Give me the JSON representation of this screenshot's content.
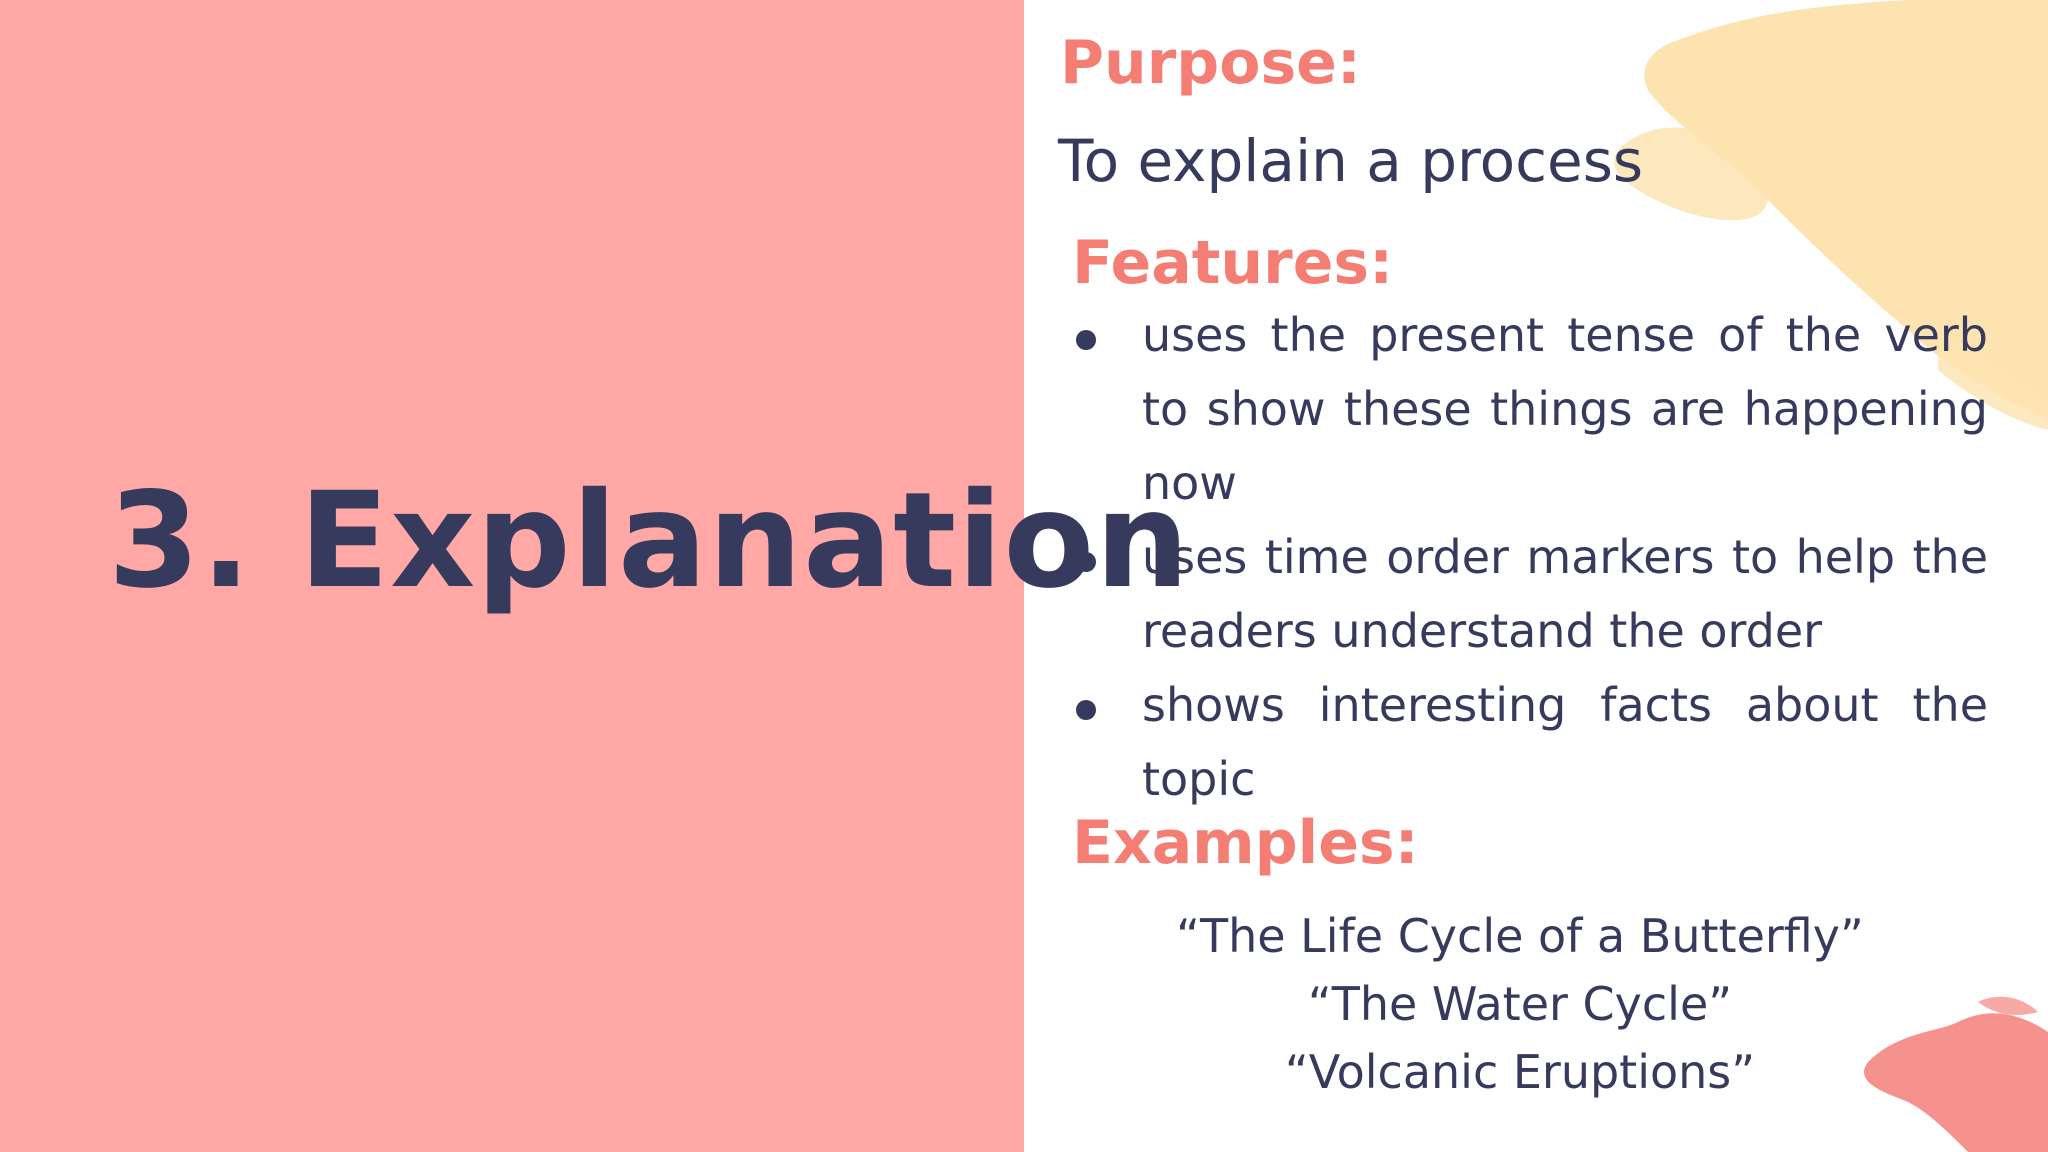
{
  "slide": {
    "title": "3. Explanation",
    "purpose_heading": "Purpose:",
    "purpose_text": "To explain a process",
    "features_heading": "Features:",
    "features": [
      "uses the present tense of the verb to show these things are happening now",
      "uses time order markers to help the readers understand the order",
      "shows interesting facts about the topic"
    ],
    "examples_heading": "Examples:",
    "examples": [
      "“The Life Cycle of a Butterfly”",
      "“The Water Cycle”",
      "“Volcanic Eruptions”"
    ]
  },
  "colors": {
    "left_panel": "#ffa8a6",
    "heading_accent": "#f47e73",
    "body_text": "#363b5e",
    "yellow_brush": "#fde3b0",
    "pink_brush": "#f6928e"
  }
}
